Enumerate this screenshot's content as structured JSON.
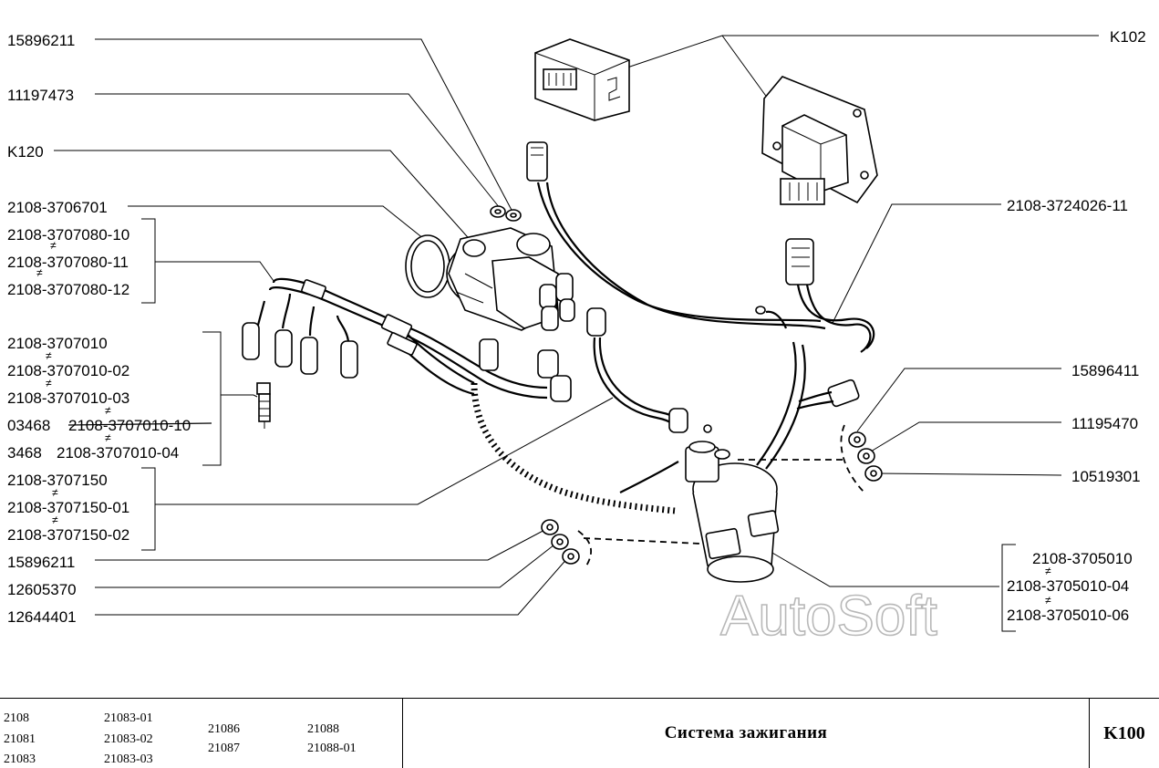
{
  "labels_left": {
    "l1": "15896211",
    "l2": "11197473",
    "l3": "K120",
    "l4": "2108-3706701",
    "l5": "2108-3707080-10",
    "l6": "2108-3707080-11",
    "l7": "2108-3707080-12",
    "l8": "2108-3707010",
    "l9": "2108-3707010-02",
    "l10": "2108-3707010-03",
    "l11a": "03468",
    "l11b": "2108-3707010-10",
    "l12a": "3468",
    "l12b": "2108-3707010-04",
    "l13": "2108-3707150",
    "l14": "2108-3707150-01",
    "l15": "2108-3707150-02",
    "l16": "15896211",
    "l17": "12605370",
    "l18": "12644401"
  },
  "labels_right": {
    "r1": "K102",
    "r2": "2108-3724026-11",
    "r3": "15896411",
    "r4": "11195470",
    "r5": "10519301",
    "r6": "2108-3705010",
    "r7": "2108-3705010-04",
    "r8": "2108-3705010-06"
  },
  "interchange_mark": "≠",
  "watermark": "AutoSoft",
  "title_block": {
    "models": {
      "c1": [
        "2108",
        "21081",
        "21083"
      ],
      "c2": [
        "21083-01",
        "21083-02",
        "21083-03"
      ],
      "c3": [
        "21086",
        "21087"
      ],
      "c4": [
        "21088",
        "21088-01"
      ]
    },
    "title": "Система зажигания",
    "code": "K100"
  }
}
